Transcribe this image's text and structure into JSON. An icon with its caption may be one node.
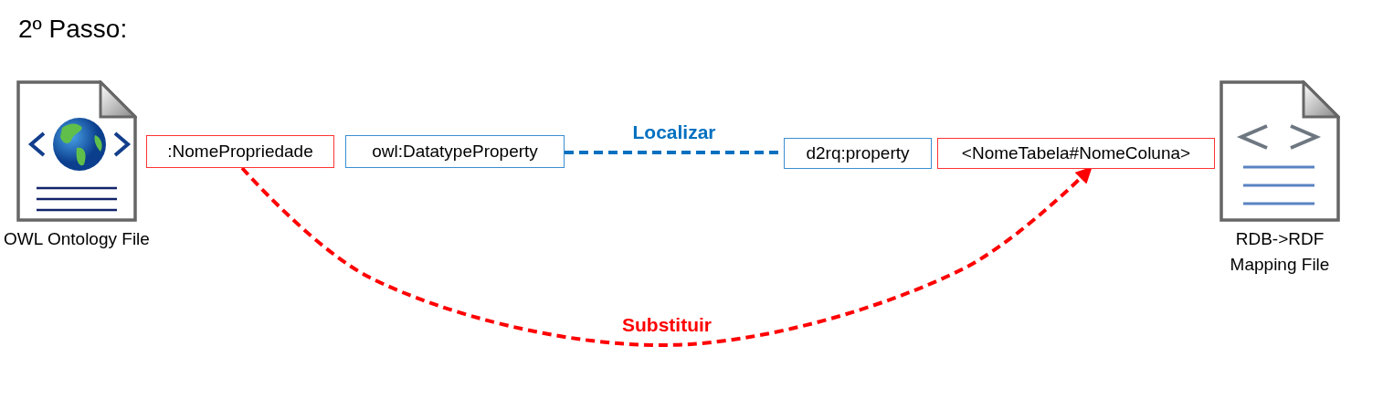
{
  "diagram": {
    "title": "2º Passo:",
    "nodes": [
      {
        "text": [
          "OWL Ontology File"
        ]
      },
      {
        "text": [
          ":NomePropriedade"
        ]
      },
      {
        "text": [
          "owl:DatatypeProperty"
        ]
      },
      {
        "text": [
          "d2rq:property"
        ]
      },
      {
        "text": [
          "<NomeTabela#NomeColuna>"
        ]
      },
      {
        "text": [
          "RDB->RDF Mapping File"
        ]
      }
    ],
    "edges": [
      {
        "from": 2,
        "to": 3,
        "arrow": "none",
        "label": "Localizar",
        "style": "dashed",
        "color": "#0070c0"
      },
      {
        "from": 1,
        "to": 4,
        "arrow": "to",
        "label": "Substituir",
        "style": "dashed",
        "color": "#ff0000"
      }
    ]
  }
}
